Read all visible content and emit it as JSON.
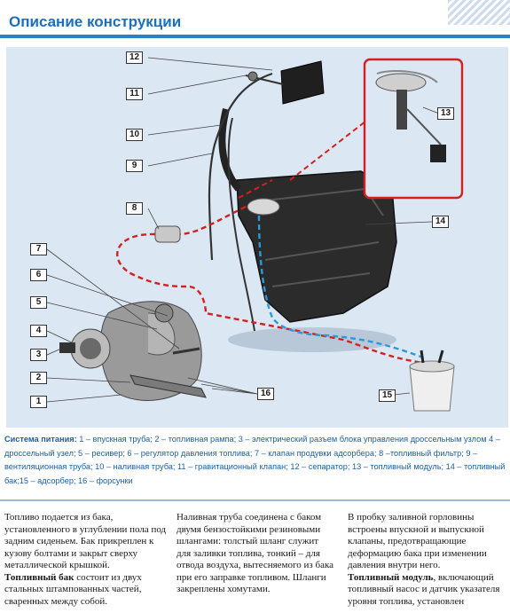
{
  "header": {
    "title": "Описание конструкции"
  },
  "figure": {
    "callouts": [
      "12",
      "11",
      "10",
      "9",
      "8",
      "7",
      "6",
      "5",
      "4",
      "3",
      "2",
      "1",
      "13",
      "14",
      "15",
      "16"
    ]
  },
  "caption": {
    "head": "Система питания:",
    "body": " 1 – впускная труба; 2 – топливная рампа; 3 – электрический разъем блока управления дроссельным узлом 4 – дроссельный узел; 5 – ресивер; 6 – регулятор давления топлива; 7 – клапан продувки адсорбера; 8 –топливный фильтр; 9 – вентиляционная труба; 10 – наливная труба; 11 – гравитационный клапан; 12 – сепаратор; 13 – топливный модуль; 14 – топливный бак;15 – адсорбер; 16 – форсунки"
  },
  "text": {
    "col1_intro": "Топливо подается из бака, установленного в углублении пола под задним сиденьем. Бак прикреплен к кузову болтами и закрыт сверху металлической крышкой.",
    "col1_lead": "Топливный бак",
    "col1_rest": " состоит из двух стальных штампованных частей, сваренных между собой.",
    "col2": "Наливная труба соединена с баком двумя бензостойкими резиновыми шлангами: толстый шланг служит для заливки топлива, тонкий – для отвода воздуха, вытесняемого из бака при его заправке топливом. Шланги закреплены хомутами.",
    "col3_intro": "В пробку заливной горловины встроены впускной и выпускной клапаны, предотвращающие деформацию бака при изменении давления внутри него.",
    "col3_lead": "Топливный модуль",
    "col3_rest": ", включающий топливный насос и датчик указателя уровня топлива, установлен"
  }
}
